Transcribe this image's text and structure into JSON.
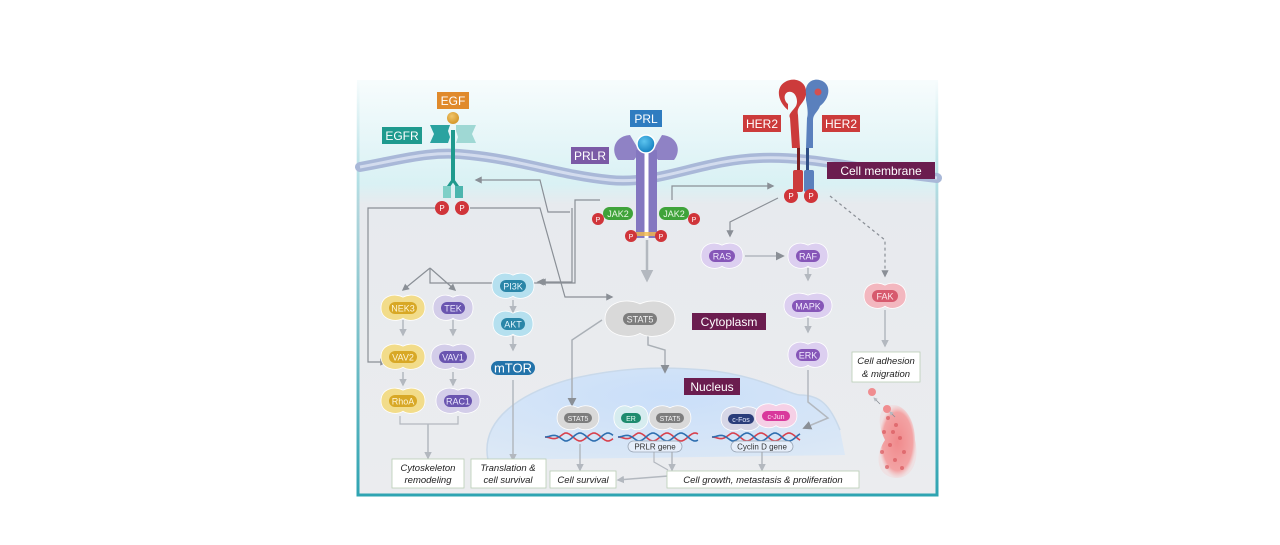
{
  "title": "PRL/PRLR, EGFR and HER2 signaling pathways in breast cancer cells",
  "compartments": {
    "membrane": "Cell membrane",
    "cytoplasm": "Cytoplasm",
    "nucleus": "Nucleus"
  },
  "ligands": {
    "egf": "EGF",
    "prl": "PRL"
  },
  "receptors": {
    "egfr": "EGFR",
    "prlr": "PRLR",
    "her2_left": "HER2",
    "her2_right": "HER2"
  },
  "phospho": "P",
  "kinases": {
    "jak2_left": "JAK2",
    "jak2_right": "JAK2"
  },
  "proteins": {
    "nek3": "NEK3",
    "tek": "TEK",
    "vav2": "VAV2",
    "vav1": "VAV1",
    "rhoa": "RhoA",
    "rac1": "RAC1",
    "pi3k": "PI3K",
    "akt": "AKT",
    "mtor": "mTOR",
    "stat5_cyto": "STAT5",
    "ras": "RAS",
    "raf": "RAF",
    "mapk": "MAPK",
    "erk": "ERK",
    "fak": "FAK",
    "stat5_nuc1": "STAT5",
    "er": "ER",
    "stat5_nuc2": "STAT5",
    "cfos": "c-Fos",
    "cjun": "c-Jun"
  },
  "genes": {
    "prlr_gene": "PRLR gene",
    "cyclin_d_gene": "Cyclin D gene"
  },
  "outcomes": {
    "cytoskeleton_1": "Cytoskeleton",
    "cytoskeleton_2": "remodeling",
    "translation_1": "Translation &",
    "translation_2": "cell survival",
    "cell_survival": "Cell survival",
    "growth": "Cell growth, metastasis & proliferation",
    "adhesion_1": "Cell adhesion",
    "adhesion_2": "& migration"
  },
  "colors": {
    "frame_border": "#3aa9b5",
    "egf": "#e08a2c",
    "egfr": "#1f9a8e",
    "prl": "#2f7cc0",
    "prlr": "#7b5aa6",
    "her2": "#cc3b3b",
    "her2_blue": "#5a80bd",
    "membrane_label": "#6b1d4f",
    "phospho": "#d0353a",
    "jak2": "#3fa33a",
    "yellow_protein": "#d8a826",
    "violet_protein": "#6a55b0",
    "blue_protein": "#2a86a8",
    "purple_protein": "#8656b8",
    "gray_protein": "#7d7d7d",
    "fak": "#d75a6e",
    "er": "#1f8b6e",
    "cfos": "#2b3d7a",
    "cjun": "#d9399c"
  }
}
